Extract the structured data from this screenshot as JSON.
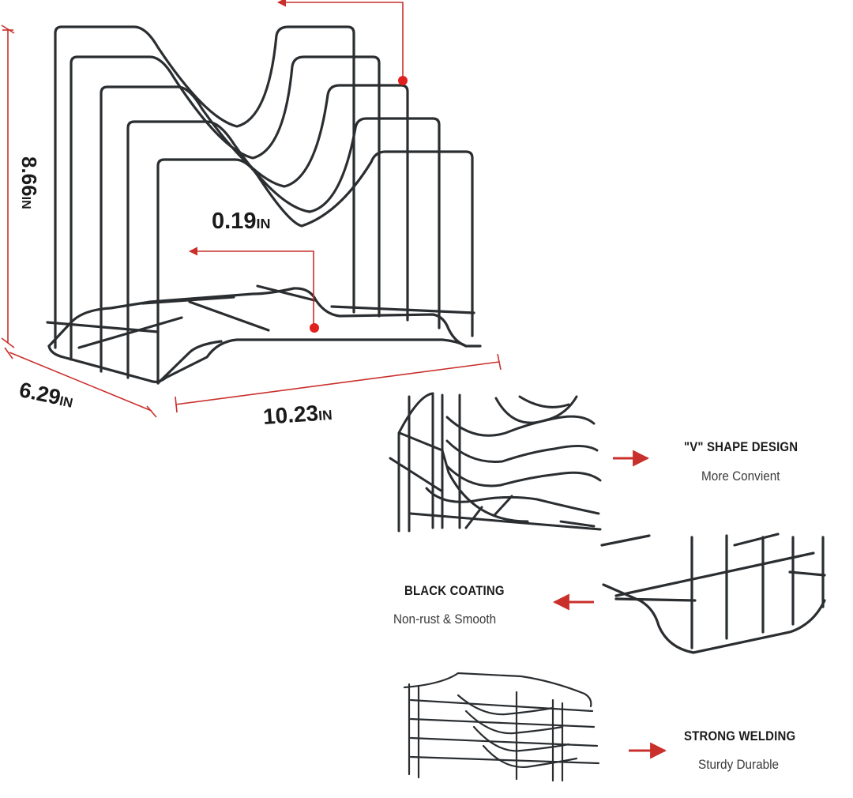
{
  "colors": {
    "wire": "#2b2e31",
    "dimension_line": "#c9302c",
    "text": "#1a1a1a",
    "background": "#ffffff"
  },
  "dimensions": {
    "height": {
      "value": "8.66",
      "unit": "IN"
    },
    "gap": {
      "value": "0.19",
      "unit": "IN"
    },
    "depth": {
      "value": "6.29",
      "unit": "IN"
    },
    "width": {
      "value": "10.23",
      "unit": "IN"
    }
  },
  "features": [
    {
      "title": "\"V\" SHAPE DESIGN",
      "subtitle": "More Convient"
    },
    {
      "title": "BLACK COATING",
      "subtitle": "Non-rust & Smooth"
    },
    {
      "title": "STRONG WELDING",
      "subtitle": "Sturdy Durable"
    }
  ]
}
